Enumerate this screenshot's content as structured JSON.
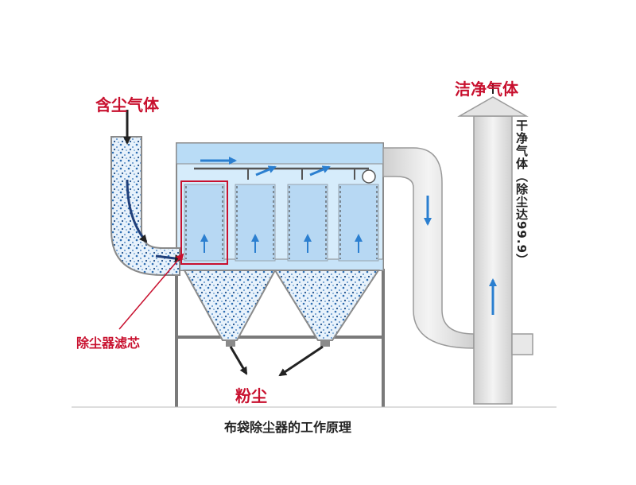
{
  "labels": {
    "dusty_gas": "含尘气体",
    "clean_gas": "洁净气体",
    "vertical_note": "干净气体（除尘达99.9）",
    "filter_element": "除尘器滤芯",
    "dust": "粉尘",
    "caption": "布袋除尘器的工作原理"
  },
  "colors": {
    "highlight_red": "#c8102e",
    "gas_blue": "#2b7fd0",
    "chamber_blue": "#d6ecfb",
    "pipe_gray": "#e2e2e2",
    "frame_gray": "#7a7a7a"
  },
  "icons": {
    "flow_arrow": "arrow-icon",
    "fan": "fan-icon"
  }
}
